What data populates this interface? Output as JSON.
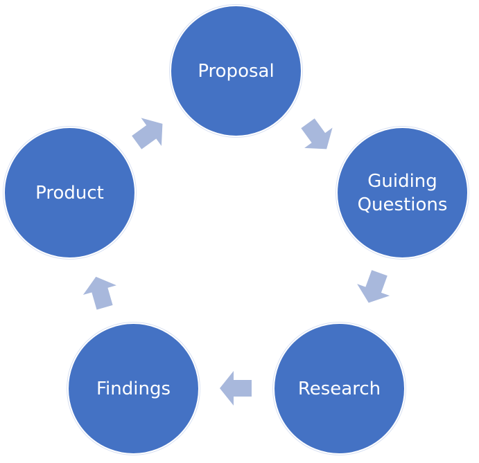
{
  "colors": {
    "node_fill": "#4472c4",
    "arrow_fill": "#a8b8dc",
    "text": "#ffffff"
  },
  "nodes": {
    "proposal": {
      "label": "Proposal"
    },
    "guiding": {
      "label": "Guiding\nQuestions"
    },
    "research": {
      "label": "Research"
    },
    "findings": {
      "label": "Findings"
    },
    "product": {
      "label": "Product"
    }
  }
}
